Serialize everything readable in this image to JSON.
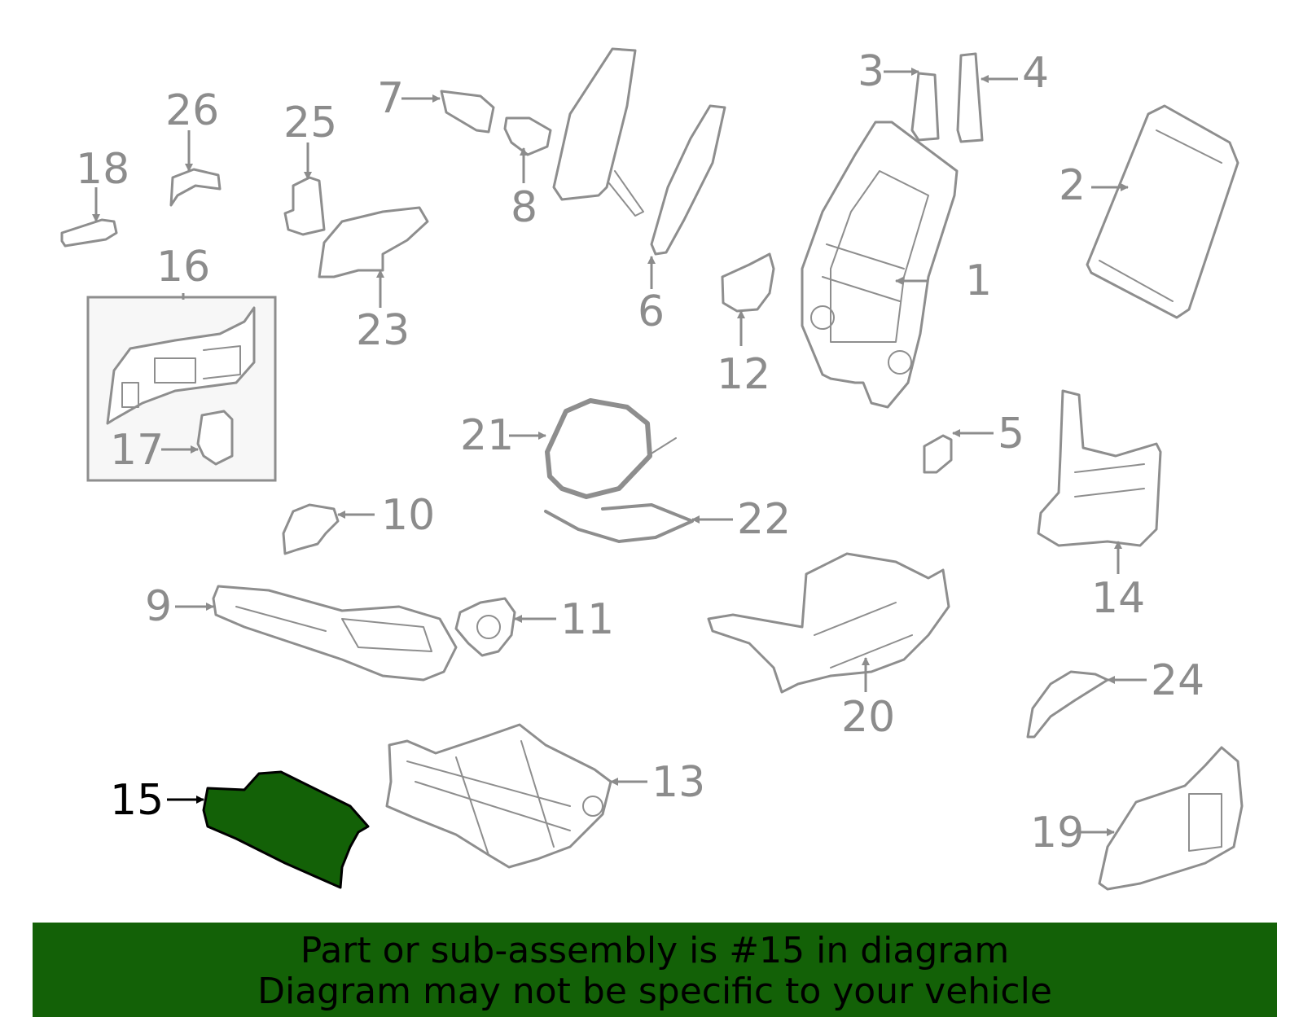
{
  "diagram": {
    "highlighted_part": "15",
    "highlight_color": "#136107",
    "line_color": "#8e8e8e",
    "callouts": [
      "1",
      "2",
      "3",
      "4",
      "5",
      "6",
      "7",
      "8",
      "9",
      "10",
      "11",
      "12",
      "13",
      "14",
      "15",
      "16",
      "17",
      "18",
      "19",
      "20",
      "21",
      "22",
      "23",
      "24",
      "25",
      "26"
    ]
  },
  "banner": {
    "line1": "Part or sub-assembly is #15 in diagram",
    "line2": "Diagram may not be specific to your vehicle",
    "background": "#136107"
  }
}
